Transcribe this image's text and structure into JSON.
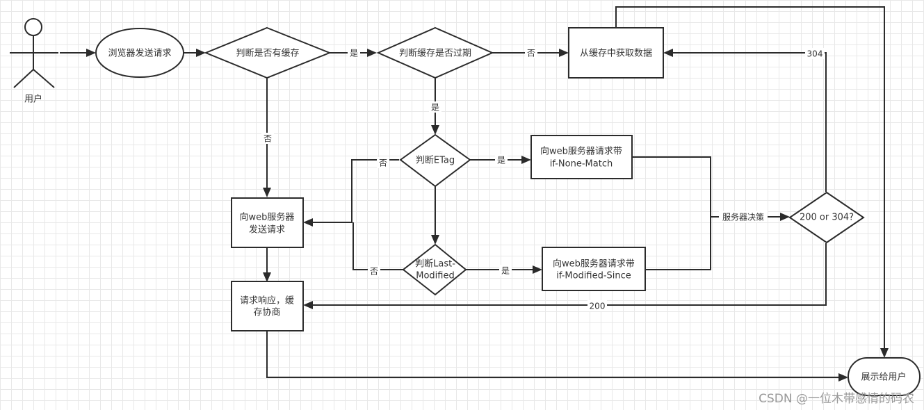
{
  "actor": {
    "label": "用户"
  },
  "nodes": {
    "browser_request": "浏览器发送请求",
    "has_cache": "判断是否有缓存",
    "cache_expired": "判断缓存是否过期",
    "get_from_cache": "从缓存中获取数据",
    "check_etag": "判断ETag",
    "req_if_none_match": [
      "向web服务器请求带",
      "if-None-Match"
    ],
    "check_last_modified": [
      "判断Last-",
      "Modified"
    ],
    "req_if_modified_since": [
      "向web服务器请求带",
      "if-Modified-Since"
    ],
    "send_to_server": [
      "向web服务器",
      "发送请求"
    ],
    "response_negotiate": [
      "请求响应，缓",
      "存协商"
    ],
    "status_decision": "200 or 304?",
    "show_user": "展示给用户"
  },
  "edge_labels": {
    "has_cache_yes": "是",
    "has_cache_no": "否",
    "expired_no": "否",
    "expired_yes": "是",
    "etag_yes": "是",
    "etag_no": "否",
    "lm_yes": "是",
    "lm_no": "否",
    "server_decision": "服务器决策",
    "status_304": "304",
    "status_200": "200"
  },
  "watermark": "CSDN @一位木带感情的码农"
}
